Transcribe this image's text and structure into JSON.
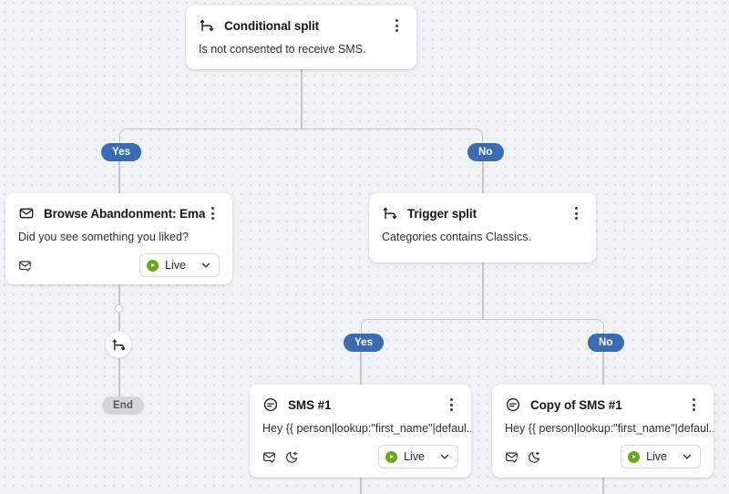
{
  "canvas": {
    "background_color": "#f1f2f4",
    "dot_color": "#dfe1e5",
    "edge_color": "#c3c7cd"
  },
  "colors": {
    "branch_pill": "#3b6bb3",
    "end_pill": "#d3d6da",
    "live_green": "#6aa81f",
    "card_bg": "#ffffff",
    "text": "#14181d"
  },
  "nodes": {
    "conditional_split": {
      "icon": "conditional-split-icon",
      "title": "Conditional split",
      "description": "Is not consented to receive SMS.",
      "menu": "kebab-menu-icon"
    },
    "browse_abandonment": {
      "icon": "email-icon",
      "title": "Browse Abandonment: Email...",
      "description": "Did you see something you liked?",
      "menu": "kebab-menu-icon",
      "footer_icons": [
        "email-check-icon"
      ],
      "status": {
        "label": "Live",
        "dot": "play-icon",
        "chevron": "chevron-down-icon"
      }
    },
    "trigger_split": {
      "icon": "trigger-split-icon",
      "title": "Trigger split",
      "description": "Categories contains Classics.",
      "menu": "kebab-menu-icon"
    },
    "sms_1": {
      "icon": "sms-icon",
      "title": "SMS #1",
      "description": "Hey {{ person|lookup:\"first_name\"|defaul...",
      "menu": "kebab-menu-icon",
      "footer_icons": [
        "email-check-icon",
        "moon-icon"
      ],
      "status": {
        "label": "Live",
        "dot": "play-icon",
        "chevron": "chevron-down-icon"
      }
    },
    "copy_of_sms_1": {
      "icon": "sms-icon",
      "title": "Copy of SMS #1",
      "description": "Hey {{ person|lookup:\"first_name\"|defaul...",
      "menu": "kebab-menu-icon",
      "footer_icons": [
        "email-check-icon",
        "moon-icon"
      ],
      "status": {
        "label": "Live",
        "dot": "play-icon",
        "chevron": "chevron-down-icon"
      }
    },
    "split_circle": {
      "icon": "conditional-split-icon"
    }
  },
  "branches": {
    "conditional_yes": "Yes",
    "conditional_no": "No",
    "trigger_yes": "Yes",
    "trigger_no": "No"
  },
  "terminals": {
    "end": "End"
  }
}
